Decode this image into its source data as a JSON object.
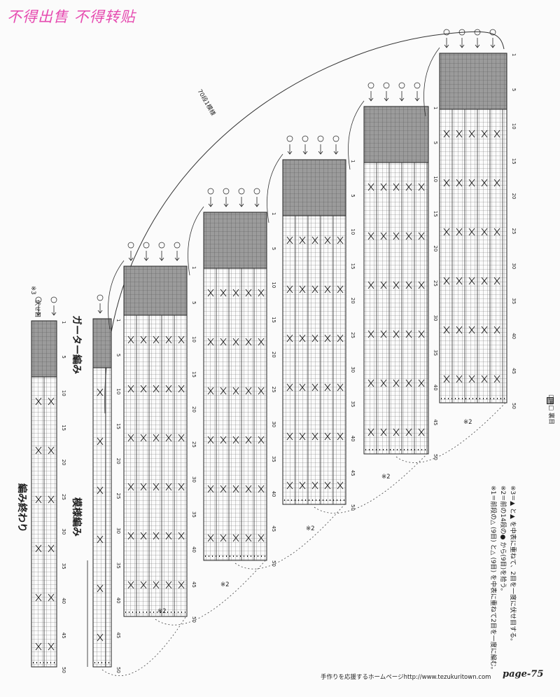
{
  "watermark": "不得出售  不得转贴",
  "titles": {
    "finish": "編み終わり",
    "pattern": "模様編み",
    "garter": "ガーター編み"
  },
  "labels": {
    "bind_off": "伏せ目",
    "ref3": "※3",
    "ref1": "※1",
    "ref2": "※2",
    "arc": "70段1模様",
    "legend": "□=□ 裏目"
  },
  "notes": [
    "※1＝前段の△ (9目) と△ (9目) を中表に重ねて2目を一度に編む。",
    "※2＝前の14段の● から(9目)を拾う。",
    "※3＝▲ と▲ を中表に重ねて、2目を一度に伏せ目する。"
  ],
  "footer": "手作りを応援するホームページhttp://www.tezukuritown.com",
  "page_label": "page-75",
  "ticks": [
    "1",
    "5",
    "10",
    "15",
    "20",
    "25",
    "30",
    "35",
    "40",
    "45",
    "50"
  ]
}
